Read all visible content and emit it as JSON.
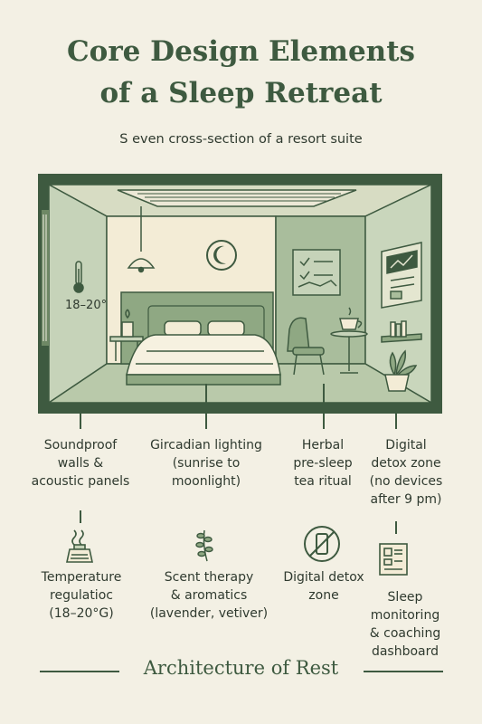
{
  "title": {
    "line1": "Core Design Elements",
    "line2": "of a Sleep Retreat"
  },
  "subtitle": "S even cross-section of a resort suite",
  "scene": {
    "thermometer_label": "18–20°"
  },
  "features_top": [
    {
      "text": "Soundproof walls & acoustic panels",
      "lines": [
        "Soundproof",
        "walls &",
        "acoustic panels"
      ]
    },
    {
      "text": "Gircadian lighting (sunrise to moonlight)",
      "lines": [
        "Gircadian lighting",
        "(sunrise to",
        "moonlight)"
      ]
    },
    {
      "text": "Herbal pre-sleep tea ritual",
      "lines": [
        "Herbal",
        "pre-sleep",
        "tea ritual"
      ]
    },
    {
      "text": "Digital detox zone (no devices after 9 pm)",
      "lines": [
        "Digital",
        "detox zone",
        "(no devices",
        "after 9 pm)"
      ]
    }
  ],
  "features_bottom": [
    {
      "icon": "humidifier-icon",
      "lines": [
        "Temperature",
        "regulatioc",
        "(18–20°G)"
      ]
    },
    {
      "icon": "herb-sprig-icon",
      "lines": [
        "Scent therapy",
        "& aromatics",
        "(lavender, vetiver)"
      ]
    },
    {
      "icon": "no-phone-icon",
      "lines": [
        "Digital detox",
        "zone"
      ]
    },
    {
      "icon": "sleep-dashboard-icon",
      "lines": [
        "Sleep",
        "monitoring",
        "& coaching",
        "dashboard"
      ]
    }
  ],
  "footer": "Architecture of Rest",
  "colors": {
    "background": "#f3f0e4",
    "dark_green": "#3e5a40",
    "sage": "#a9bd9c",
    "light_sage": "#c9d6bc",
    "cream": "#f3ecd6"
  }
}
